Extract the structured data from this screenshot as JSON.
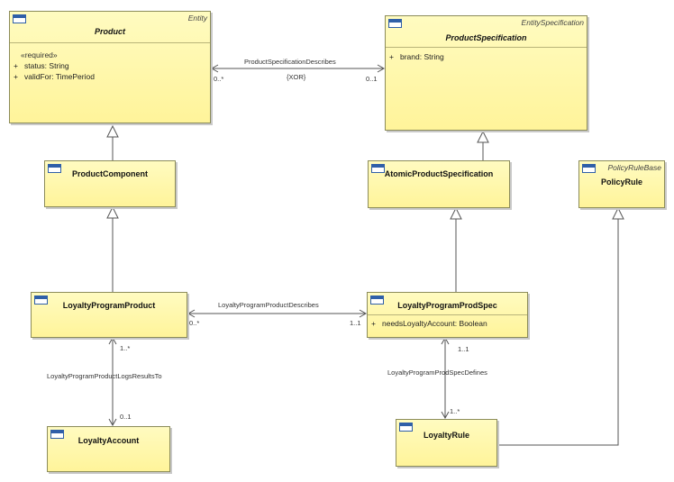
{
  "classes": {
    "product": {
      "stereotype": "Entity",
      "name": "Product",
      "section_stereotype": "«required»",
      "attributes": [
        {
          "vis": "+",
          "text": "status: String"
        },
        {
          "vis": "+",
          "text": "validFor: TimePeriod"
        }
      ]
    },
    "product_specification": {
      "stereotype": "EntitySpecification",
      "name": "ProductSpecification",
      "attributes": [
        {
          "vis": "+",
          "text": "brand: String"
        }
      ]
    },
    "product_component": {
      "name": "ProductComponent"
    },
    "atomic_product_specification": {
      "name": "AtomicProductSpecification"
    },
    "policy_rule": {
      "stereotype": "PolicyRuleBase",
      "name": "PolicyRule"
    },
    "loyalty_program_product": {
      "name": "LoyaltyProgramProduct"
    },
    "loyalty_program_prod_spec": {
      "name": "LoyaltyProgramProdSpec",
      "attributes": [
        {
          "vis": "+",
          "text": "needsLoyaltyAccount: Boolean"
        }
      ]
    },
    "loyalty_account": {
      "name": "LoyaltyAccount"
    },
    "loyalty_rule": {
      "name": "LoyaltyRule"
    }
  },
  "associations": {
    "product_spec_describes": {
      "name": "ProductSpecificationDescribes",
      "constraint": "{XOR}",
      "left_mult": "0..*",
      "right_mult": "0..1"
    },
    "loyalty_prog_product_describes": {
      "name": "LoyaltyProgramProductDescribes",
      "left_mult": "0..*",
      "right_mult": "1..1"
    },
    "loyalty_logs_results_to": {
      "name": "LoyaltyProgramProductLogsResultsTo",
      "top_mult": "1..*",
      "bottom_mult": "0..1"
    },
    "loyalty_prod_spec_defines": {
      "name": "LoyaltyProgramProdSpecDefines",
      "top_mult": "1..1",
      "bottom_mult": "1..*"
    }
  }
}
